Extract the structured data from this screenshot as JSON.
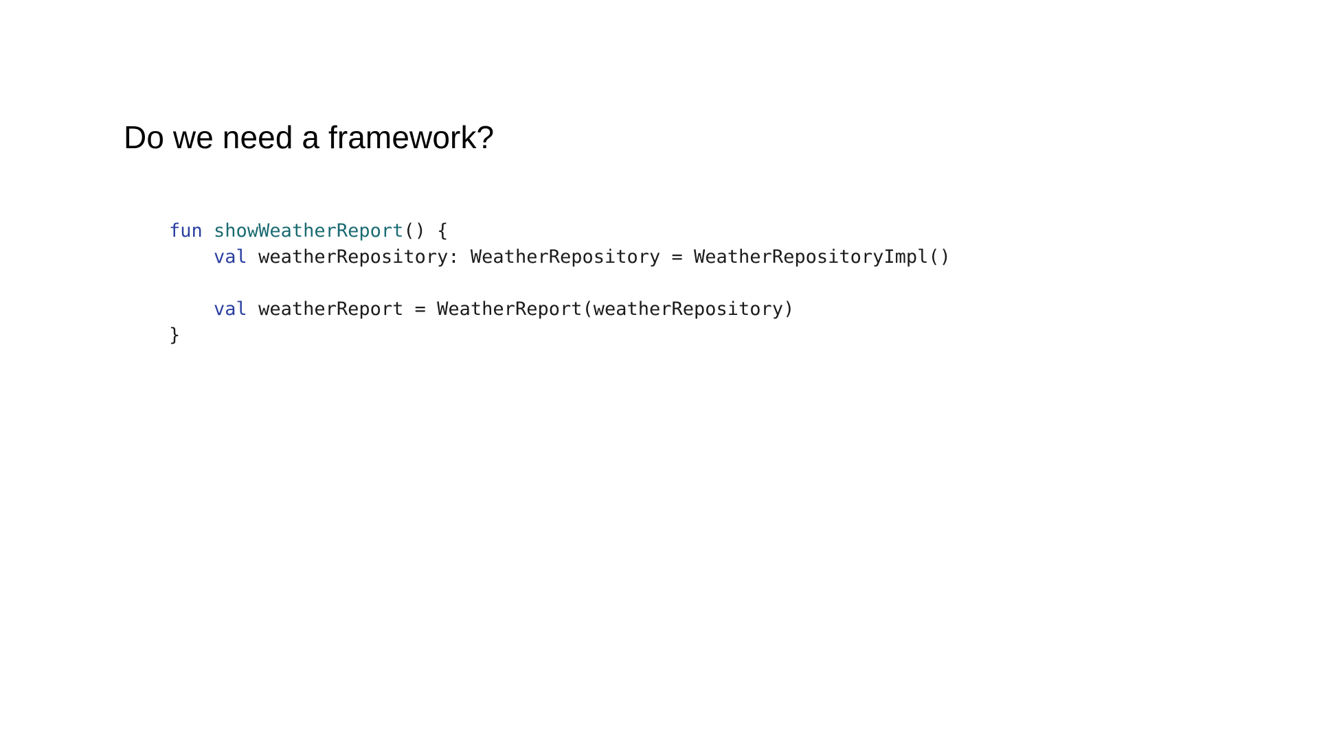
{
  "slide": {
    "title": "Do we need a framework?",
    "background_color": "#ffffff",
    "title_color": "#000000"
  },
  "code": {
    "language": "kotlin",
    "colors": {
      "keyword": "#2b3fa0",
      "function_name": "#1a6b72",
      "plain_text": "#1b1b1b"
    },
    "lines": [
      {
        "index": 0,
        "text": "fun showWeatherReport() {",
        "tokens": [
          {
            "text": "fun",
            "type": "keyword"
          },
          {
            "text": " ",
            "type": "plain"
          },
          {
            "text": "showWeatherReport",
            "type": "function"
          },
          {
            "text": "() {",
            "type": "plain"
          }
        ]
      },
      {
        "index": 1,
        "text": "    val weatherRepository: WeatherRepository = WeatherRepositoryImpl()",
        "tokens": [
          {
            "text": "    ",
            "type": "plain"
          },
          {
            "text": "val",
            "type": "keyword"
          },
          {
            "text": " weatherRepository: WeatherRepository = WeatherRepositoryImpl()",
            "type": "plain"
          }
        ]
      },
      {
        "index": 2,
        "text": "",
        "tokens": []
      },
      {
        "index": 3,
        "text": "    val weatherReport = WeatherReport(weatherRepository)",
        "tokens": [
          {
            "text": "    ",
            "type": "plain"
          },
          {
            "text": "val",
            "type": "keyword"
          },
          {
            "text": " weatherReport = WeatherReport(weatherRepository)",
            "type": "plain"
          }
        ]
      },
      {
        "index": 4,
        "text": "}",
        "tokens": [
          {
            "text": "}",
            "type": "plain"
          }
        ]
      }
    ]
  }
}
